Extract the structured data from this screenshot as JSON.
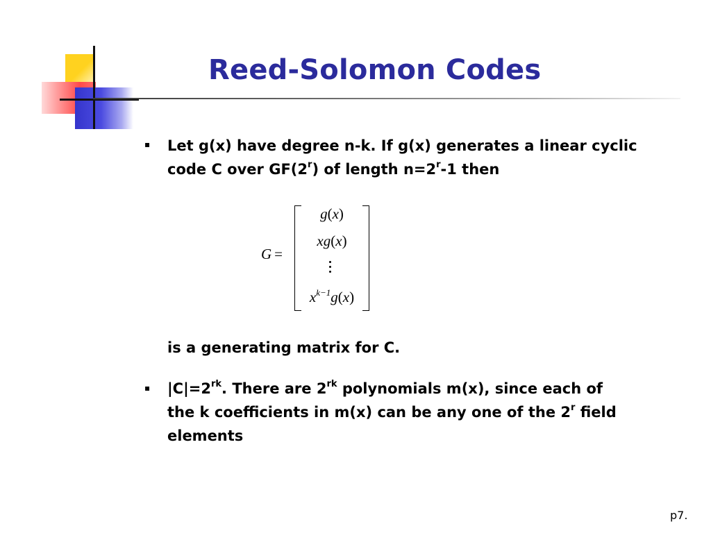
{
  "slide": {
    "title": "Reed-Solomon Codes",
    "page_number": "p7."
  },
  "bullet_1": {
    "marker": "▪",
    "line_1": "Let g(x) have degree n-k. If g(x) generates a linear cyclic",
    "line_2_a": "code C over GF(2",
    "line_2_sup_1": "r",
    "line_2_b": ") of length n=2",
    "line_2_sup_2": "r",
    "line_2_c": "-1 then",
    "after_matrix": "is a generating matrix for C."
  },
  "matrix": {
    "lhs": "G",
    "equals": "=",
    "row_1": {
      "pre": "g",
      "open": "(",
      "var": "x",
      "close": ")"
    },
    "row_2": {
      "pre": "xg",
      "open": "(",
      "var": "x",
      "close": ")"
    },
    "row_4": {
      "base": "x",
      "exponent": "k−1",
      "pre": "g",
      "open": "(",
      "var": "x",
      "close": ")"
    }
  },
  "bullet_2": {
    "marker": "▪",
    "line_1_a": "|C|=2",
    "line_1_sup_1": "rk",
    "line_1_b": ".  There are 2",
    "line_1_sup_2": "rk",
    "line_1_c": " polynomials m(x), since each of",
    "line_2_a": "the k coefficients in m(x) can be any one of the 2",
    "line_2_sup": "r",
    "line_2_b": " field",
    "line_3": "elements"
  },
  "colors": {
    "title": "#2b2b9c",
    "logo_yellow": "#ffd21f",
    "logo_red": "#ff4a4a",
    "logo_blue": "#3535cc"
  }
}
